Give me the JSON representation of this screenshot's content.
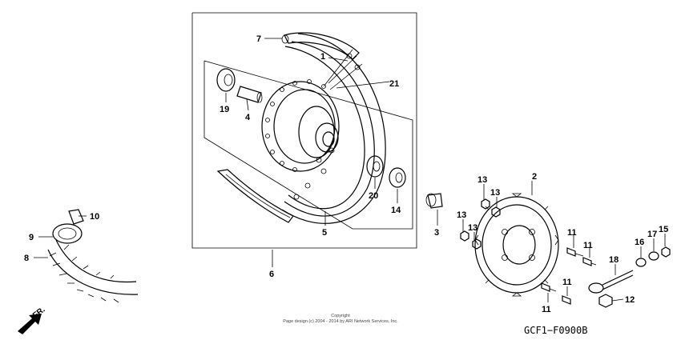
{
  "callouts": {
    "c1": "1",
    "c2": "2",
    "c3": "3",
    "c4": "4",
    "c5": "5",
    "c6": "6",
    "c7": "7",
    "c8": "8",
    "c9": "9",
    "c10": "10",
    "c11a": "11",
    "c11b": "11",
    "c11c": "11",
    "c11d": "11",
    "c12": "12",
    "c13a": "13",
    "c13b": "13",
    "c13c": "13",
    "c13d": "13",
    "c14": "14",
    "c15": "15",
    "c16": "16",
    "c17": "17",
    "c18": "18",
    "c19": "19",
    "c20": "20",
    "c21": "21"
  },
  "diagram_code": "GCF1−F0900B",
  "copyright": {
    "line1": "Copyright",
    "line2": "Page design (c) 2004 - 2014 by ARI Network Services, Inc."
  },
  "front_marker": "FR."
}
